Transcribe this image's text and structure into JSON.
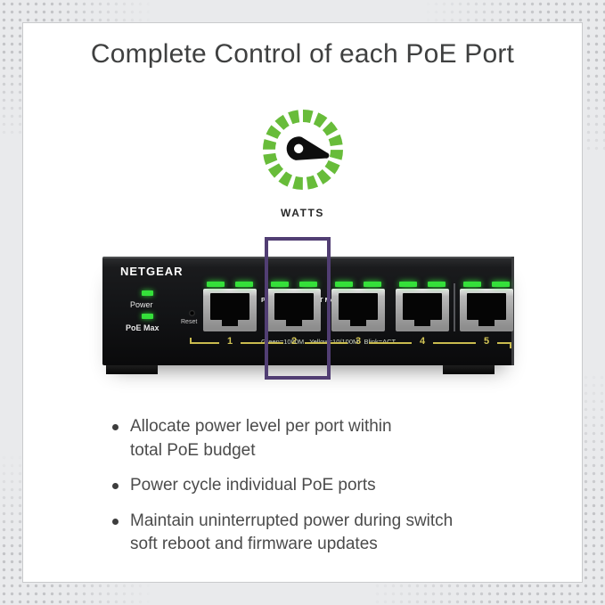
{
  "title": "Complete Control of each PoE Port",
  "gauge": {
    "label": "WATTS",
    "icon": "power-dial-icon",
    "ring_color": "#68bc3a"
  },
  "switch": {
    "brand": "NETGEAR",
    "led_legend_line1": "Port LED: Link/ACT Mode",
    "led_legend_line2": "Green=1000M   Yellow=10/100M   Blink=ACT",
    "power_label": "Power",
    "poe_max_label": "PoE Max",
    "reset_label": "Reset",
    "port_numbers": [
      "1",
      "2",
      "3",
      "4",
      "5"
    ],
    "highlighted_port": "2"
  },
  "features": [
    "Allocate power level per port within\ntotal PoE budget",
    "Power cycle individual PoE ports",
    "Maintain uninterrupted power during switch\nsoft reboot and firmware updates"
  ],
  "colors": {
    "accent_green": "#68bc3a",
    "led_green": "#35e03a",
    "highlight_purple": "#513e73",
    "port_number_yellow": "#d3c556"
  }
}
